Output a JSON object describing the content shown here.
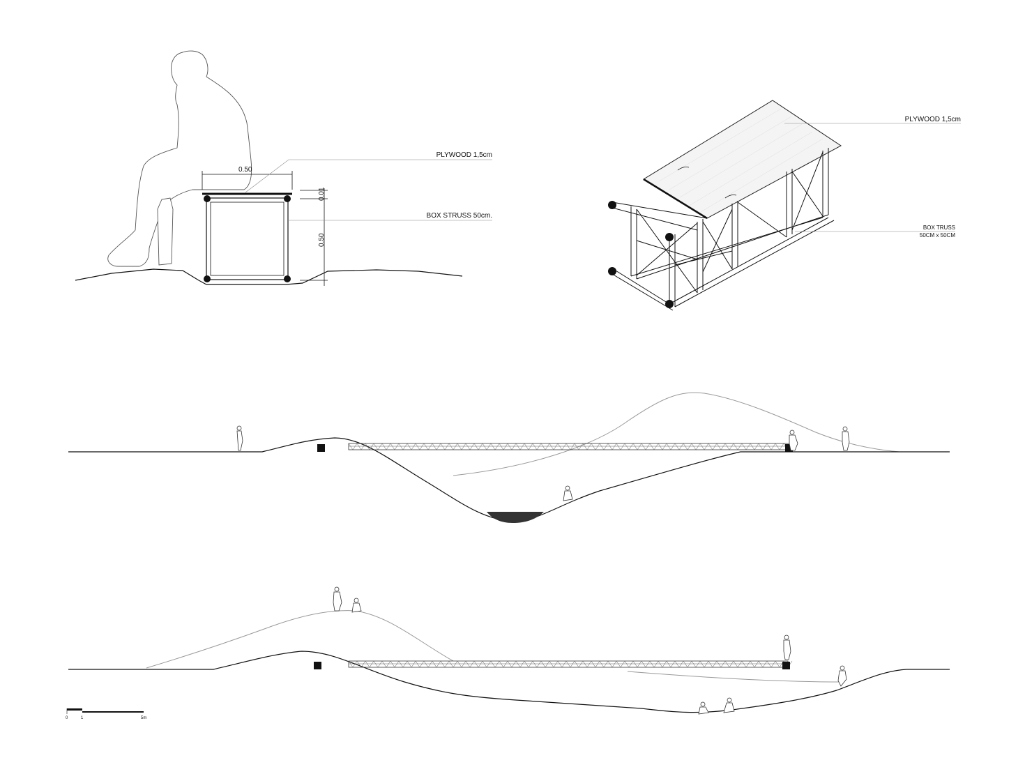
{
  "detail_section": {
    "plywood_label": "PLYWOOD 1,5cm",
    "truss_label": "BOX STRUSS 50cm.",
    "dim_width": "0.50",
    "dim_plywood": "0.01",
    "dim_height": "0.50"
  },
  "axonometric": {
    "plywood_label": "PLYWOOD 1,5cm",
    "truss_label_line1": "BOX TRUSS",
    "truss_label_line2": "50CM x 50CM"
  },
  "scale_bar": {
    "tick_0": "0",
    "tick_1": "1",
    "tick_5": "5m"
  },
  "colors": {
    "line": "#111111",
    "secondary_line": "#999999",
    "water": "#333333"
  }
}
